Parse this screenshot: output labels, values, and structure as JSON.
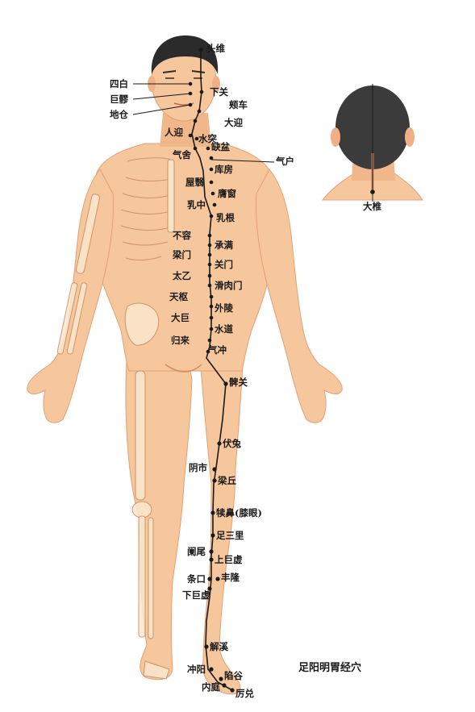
{
  "title": "足阳明胃经穴",
  "colors": {
    "skin": "#f6c79c",
    "skin_shadow": "#e9a778",
    "hair": "#2b2b2b",
    "bone": "#fbe7cf",
    "bone_line": "#c98a60",
    "meridian": "#1a1a1a",
    "text": "#1a1a1a"
  },
  "points": {
    "touwei": "头维",
    "sibai": "四白",
    "juliao": "巨髎",
    "dicang": "地仓",
    "xiaguan": "下关",
    "jiache": "颊车",
    "daying": "大迎",
    "renying": "人迎",
    "shuitu": "水突",
    "qishe": "气舍",
    "quepen": "缺盆",
    "qihu": "气户",
    "kufang": "库房",
    "wuyi": "屋翳",
    "yingchuang": "膺窗",
    "ruzhong": "乳中",
    "rugen": "乳根",
    "burong": "不容",
    "chengman": "承满",
    "liangmen": "梁门",
    "guanmen": "关门",
    "taiyi": "太乙",
    "huaroumen": "滑肉门",
    "tianshu": "天枢",
    "wailing": "外陵",
    "daju": "大巨",
    "shuidao": "水道",
    "guilai": "归来",
    "qichong": "气冲",
    "biguan": "髀关",
    "futu": "伏兔",
    "yinshi": "阴市",
    "liangqiu": "梁丘",
    "dubi": "犊鼻(膝眼)",
    "zusanli": "足三里",
    "shangjuxu": "上巨虚",
    "lanwei": "阑尾",
    "tiaokou": "条口",
    "fenglong": "丰隆",
    "xiajuxu": "下巨虚",
    "jiexi": "解溪",
    "chongyang": "冲阳",
    "xiangu": "陷谷",
    "neiting": "内庭",
    "lidui": "厉兑",
    "dazhui": "大椎"
  }
}
